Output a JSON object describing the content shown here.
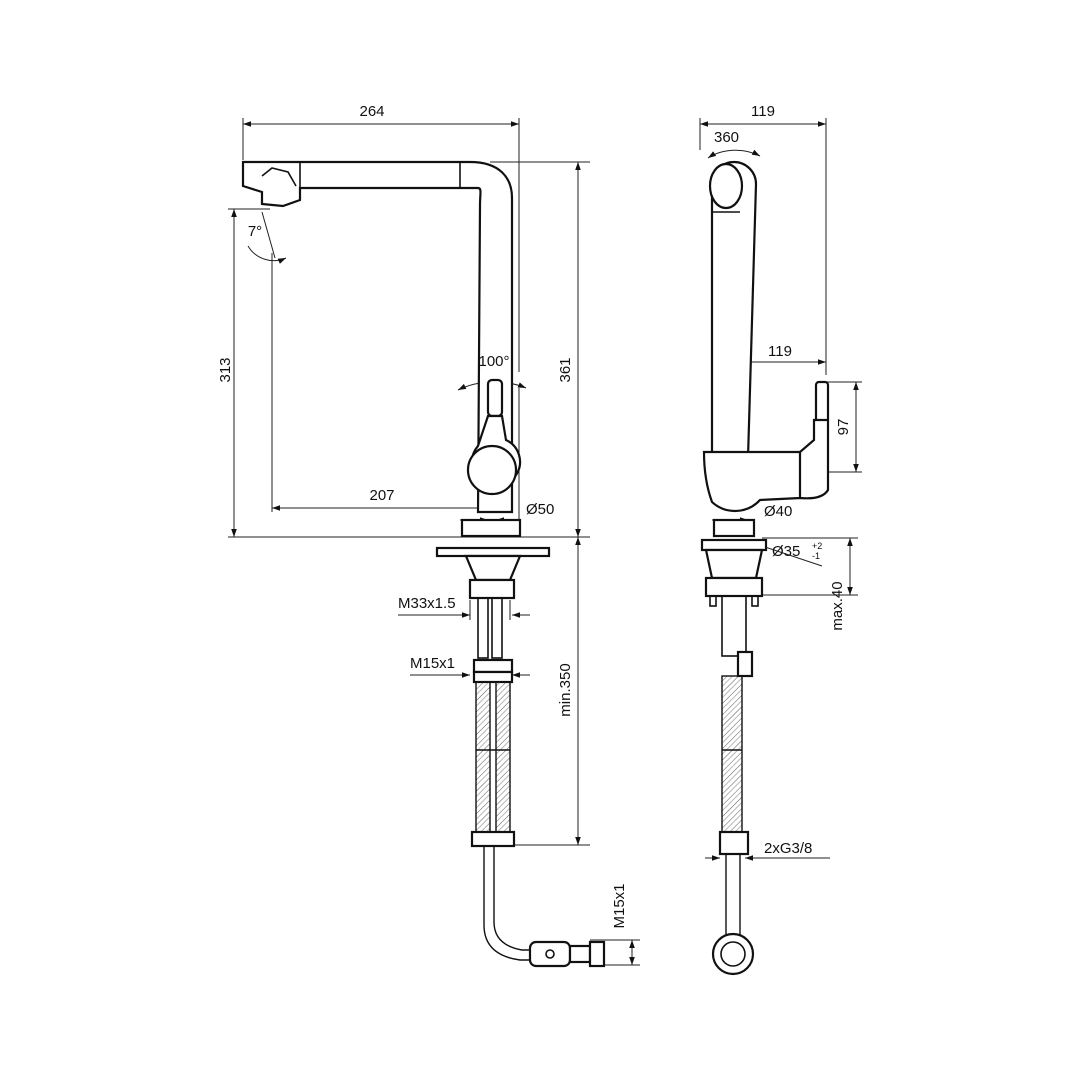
{
  "front_view": {
    "width": "264",
    "spout_angle": "7°",
    "spout_height": "313",
    "total_height": "361",
    "swivel_angle": "100°",
    "reach": "207",
    "base_diameter": "Ø50",
    "shank_thread": "M33x1.5",
    "hose_thread": "M15x1",
    "min_hose_length": "min.350",
    "hose_end_thread": "M15x1"
  },
  "side_view": {
    "depth": "119",
    "rotation": "360",
    "lever_offset": "119",
    "lever_height": "97",
    "body_diameter": "Ø40",
    "hole_diameter": "Ø35",
    "hole_tolerance_plus": "+2",
    "hole_tolerance_minus": "-1",
    "max_thickness": "max.40",
    "connection": "2xG3/8"
  },
  "colors": {
    "line": "#111111",
    "background": "#ffffff"
  }
}
